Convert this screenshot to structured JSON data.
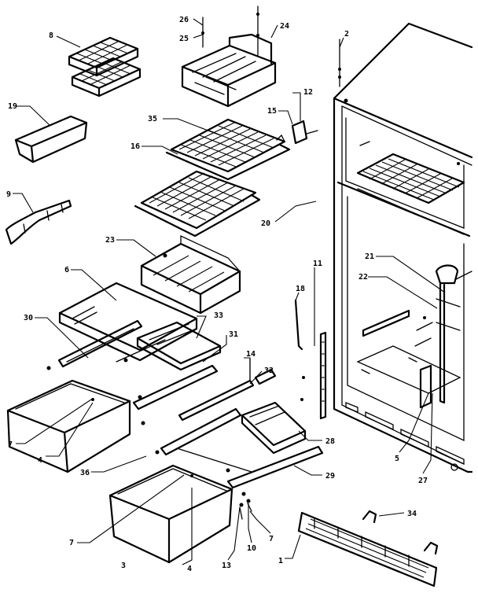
{
  "callouts": {
    "c1": "1",
    "c2": "2",
    "c3": "3",
    "c4a": "4",
    "c4b": "4",
    "c5": "5",
    "c6": "6",
    "c7a": "7",
    "c7b": "7",
    "c7c": "7",
    "c8": "8",
    "c9": "9",
    "c10": "10",
    "c11": "11",
    "c12": "12",
    "c13": "13",
    "c14": "14",
    "c15": "15",
    "c16": "16",
    "c18": "18",
    "c19": "19",
    "c20": "20",
    "c21": "21",
    "c22": "22",
    "c23": "23",
    "c24": "24",
    "c25": "25",
    "c26": "26",
    "c27": "27",
    "c28": "28",
    "c29": "29",
    "c30": "30",
    "c31": "31",
    "c32": "32",
    "c33": "33",
    "c34": "34",
    "c35": "35",
    "c36": "36"
  }
}
